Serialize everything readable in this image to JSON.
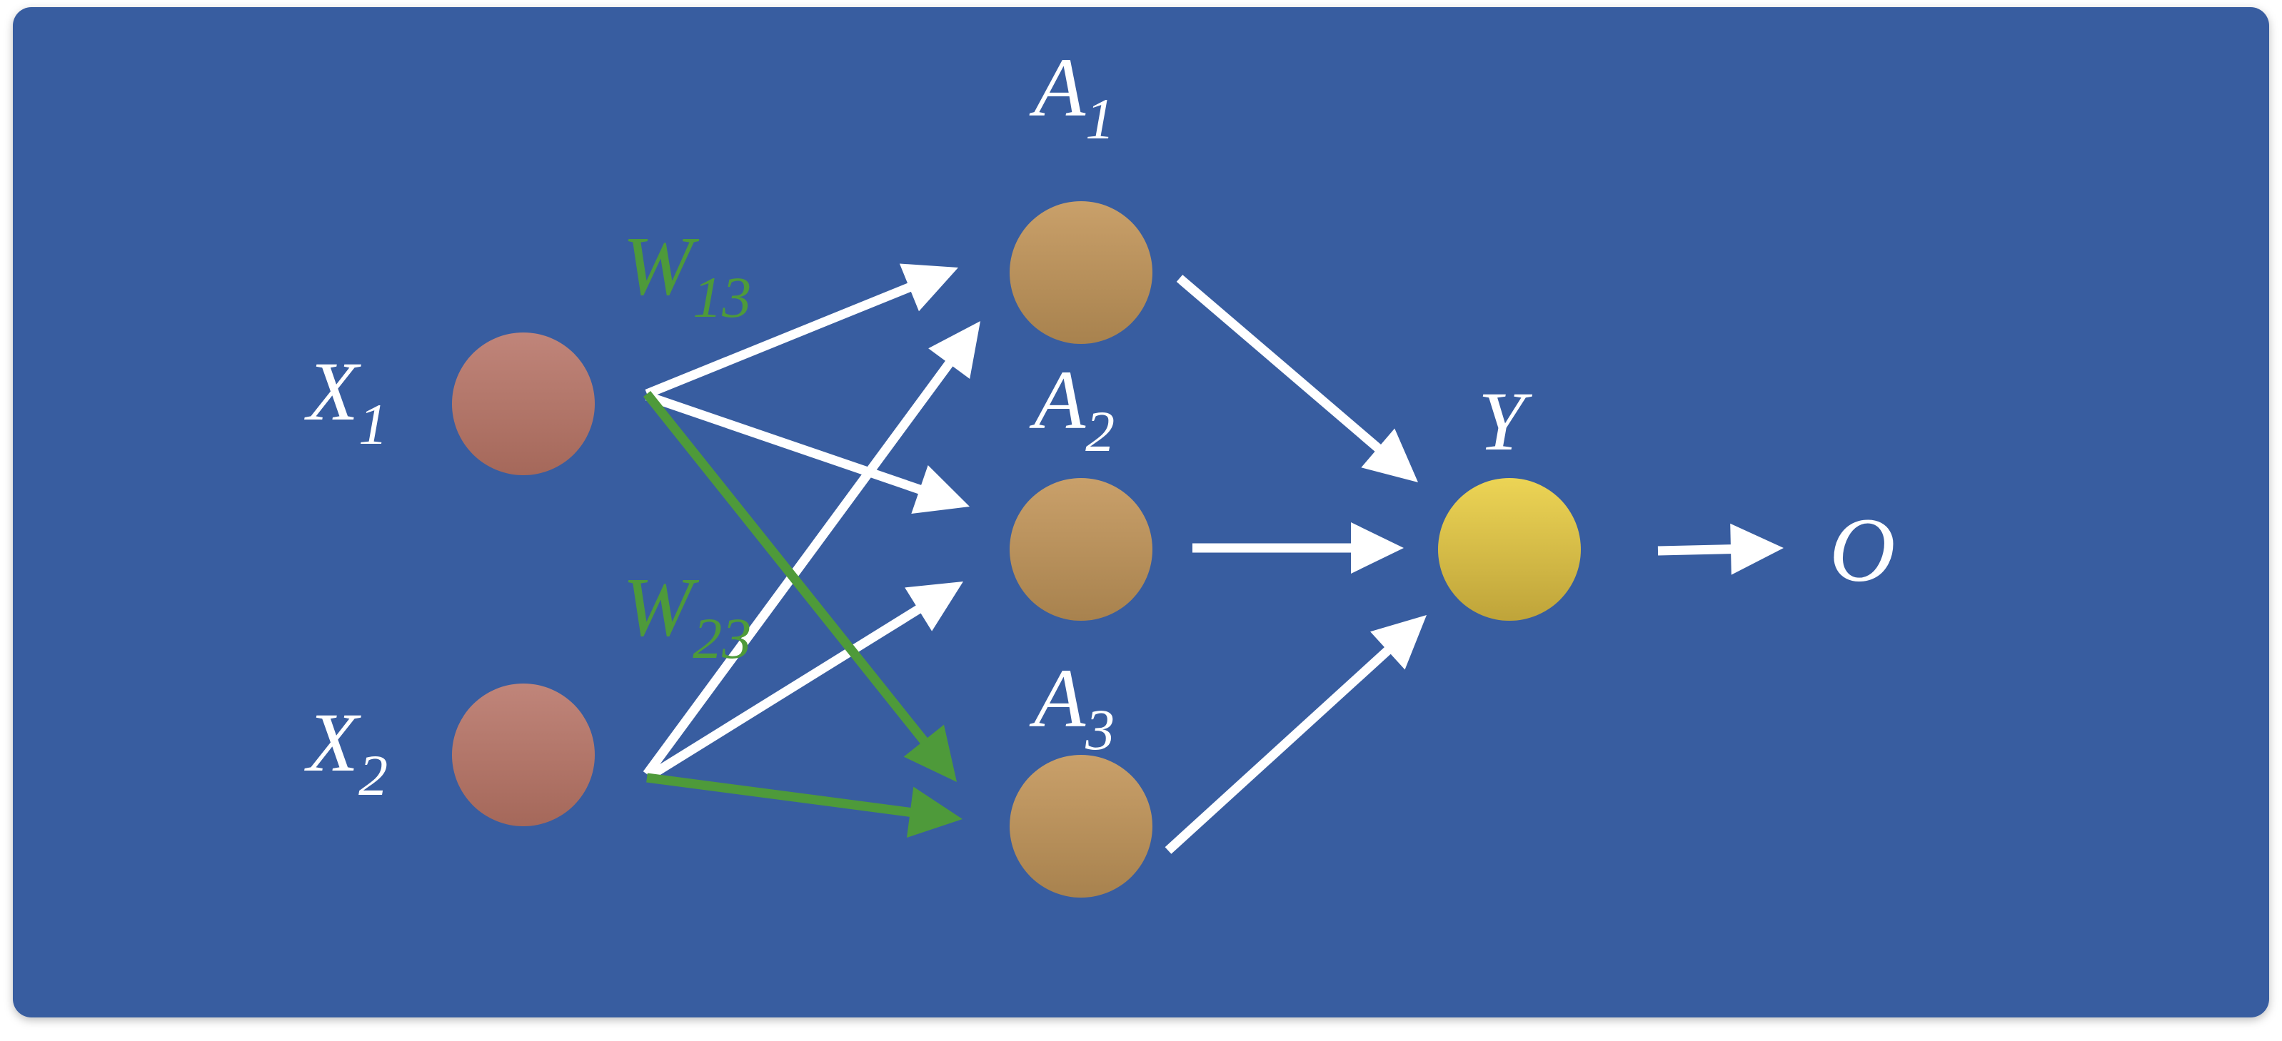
{
  "diagram": {
    "type": "neural-network",
    "colors": {
      "background": "#375DA0",
      "arrow": "#FFFFFF",
      "highlight": "#4E9A3A",
      "input_node_top": "#C0857A",
      "input_node_bottom": "#A5685A",
      "hidden_node_top": "#C9A06A",
      "hidden_node_bottom": "#A8824E",
      "output_node_top": "#ECD455",
      "output_node_bottom": "#BFA43A"
    },
    "inputs": [
      {
        "id": "X1",
        "base": "X",
        "sub": "1"
      },
      {
        "id": "X2",
        "base": "X",
        "sub": "2"
      }
    ],
    "hidden": [
      {
        "id": "A1",
        "base": "A",
        "sub": "1"
      },
      {
        "id": "A2",
        "base": "A",
        "sub": "2"
      },
      {
        "id": "A3",
        "base": "A",
        "sub": "3"
      }
    ],
    "output_node": {
      "id": "Y",
      "base": "Y"
    },
    "final_output": {
      "id": "O",
      "base": "O"
    },
    "weights": [
      {
        "id": "W13",
        "base": "W",
        "sub": "13",
        "from": "X1",
        "to": "A3"
      },
      {
        "id": "W23",
        "base": "W",
        "sub": "23",
        "from": "X2",
        "to": "A3"
      }
    ],
    "edges": [
      {
        "from": "X1",
        "to": "A1",
        "highlight": false
      },
      {
        "from": "X1",
        "to": "A2",
        "highlight": false
      },
      {
        "from": "X1",
        "to": "A3",
        "highlight": true
      },
      {
        "from": "X2",
        "to": "A1",
        "highlight": false
      },
      {
        "from": "X2",
        "to": "A2",
        "highlight": false
      },
      {
        "from": "X2",
        "to": "A3",
        "highlight": true
      },
      {
        "from": "A1",
        "to": "Y",
        "highlight": false
      },
      {
        "from": "A2",
        "to": "Y",
        "highlight": false
      },
      {
        "from": "A3",
        "to": "Y",
        "highlight": false
      },
      {
        "from": "Y",
        "to": "O",
        "highlight": false
      }
    ]
  }
}
